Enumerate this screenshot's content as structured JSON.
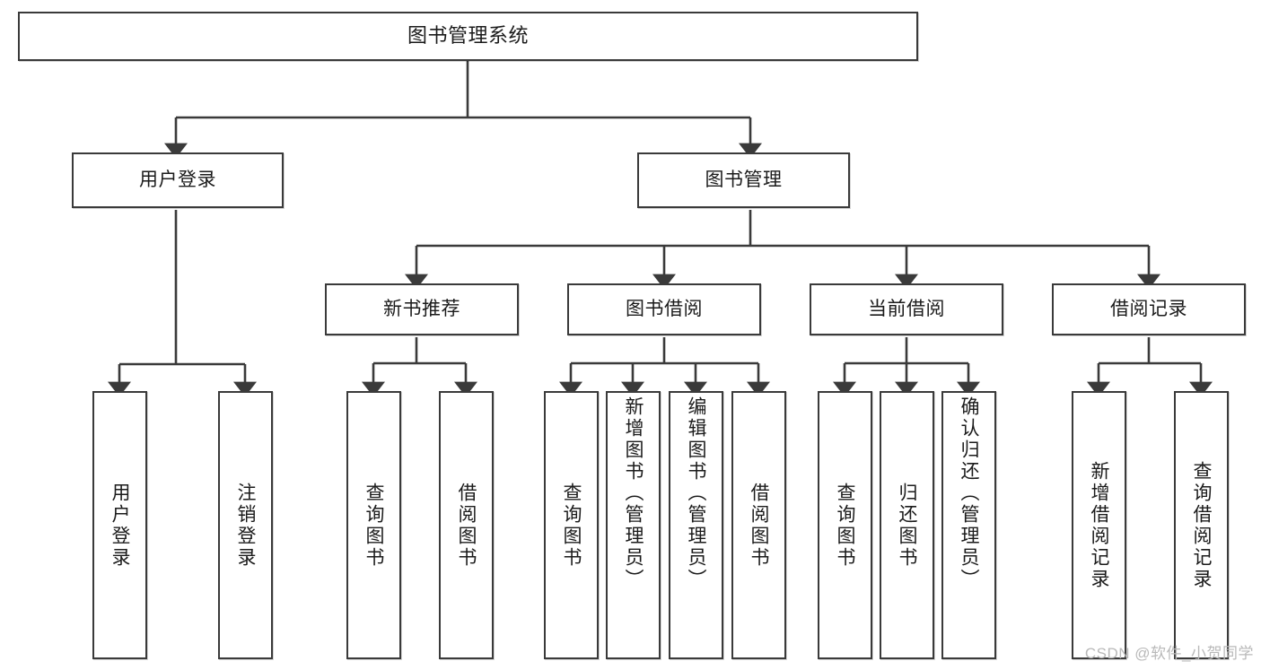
{
  "diagram": {
    "type": "tree",
    "title": "图书管理系统",
    "watermark": "CSDN @软件_小贺同学",
    "colors": {
      "stroke": "#3a3a3a",
      "fill": "#ffffff",
      "text": "#1b1b1b",
      "watermark": "#b9b9b9"
    },
    "levels": {
      "root": [
        "图书管理系统"
      ],
      "level2": [
        "用户登录",
        "图书管理"
      ],
      "level3": [
        "新书推荐",
        "图书借阅",
        "当前借阅",
        "借阅记录"
      ],
      "level4": [
        "用户登录",
        "注销登录",
        "查询图书",
        "借阅图书",
        "查询图书",
        "新增图书（管理员）",
        "编辑图书（管理员）",
        "借阅图书",
        "查询图书",
        "归还图书",
        "确认归还（管理员）",
        "新增借阅记录",
        "查询借阅记录"
      ]
    },
    "nodes": {
      "root": {
        "label": "图书管理系统"
      },
      "user_login": {
        "label": "用户登录"
      },
      "book_manage": {
        "label": "图书管理"
      },
      "new_book_rec": {
        "label": "新书推荐"
      },
      "book_borrow": {
        "label": "图书借阅"
      },
      "current_borrow": {
        "label": "当前借阅"
      },
      "borrow_record": {
        "label": "借阅记录"
      },
      "leaf_user_login": {
        "label": "用户登录"
      },
      "leaf_logout": {
        "label": "注销登录"
      },
      "leaf_query_book_a": {
        "label": "查询图书"
      },
      "leaf_borrow_book_a": {
        "label": "借阅图书"
      },
      "leaf_query_book_b": {
        "label": "查询图书"
      },
      "leaf_add_book": {
        "label": "新增图书（管理员）"
      },
      "leaf_edit_book": {
        "label": "编辑图书（管理员）"
      },
      "leaf_borrow_book_b": {
        "label": "借阅图书"
      },
      "leaf_query_book_c": {
        "label": "查询图书"
      },
      "leaf_return_book": {
        "label": "归还图书"
      },
      "leaf_confirm_return": {
        "label": "确认归还（管理员）"
      },
      "leaf_add_record": {
        "label": "新增借阅记录"
      },
      "leaf_query_record": {
        "label": "查询借阅记录"
      }
    }
  }
}
